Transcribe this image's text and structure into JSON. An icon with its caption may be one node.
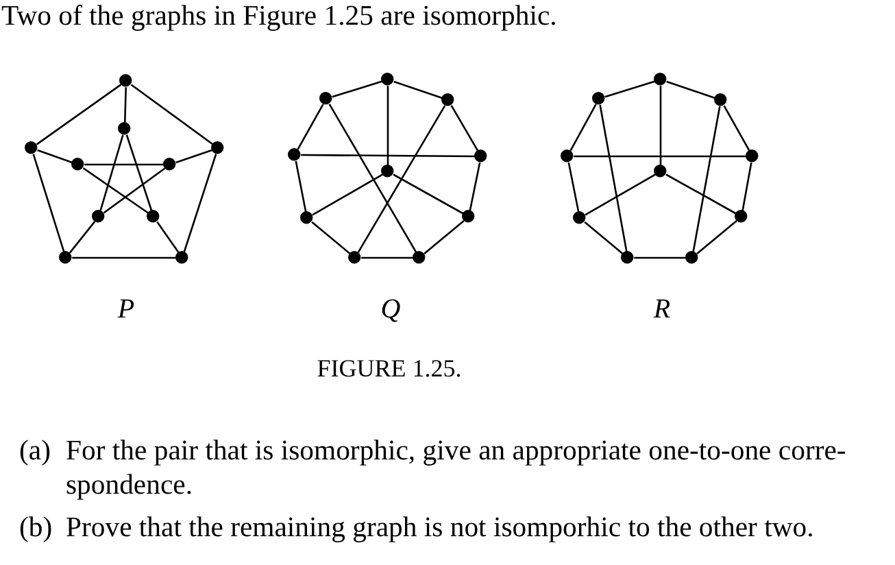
{
  "diagram": {
    "caption": "FIGURE 1.25.",
    "nodes": [
      {
        "text": [],
        "shape": "circle"
      },
      {
        "text": [],
        "shape": "circle"
      },
      {
        "text": [],
        "shape": "circle"
      },
      {
        "text": [],
        "shape": "circle"
      },
      {
        "text": [],
        "shape": "circle"
      },
      {
        "text": [],
        "shape": "circle"
      },
      {
        "text": [],
        "shape": "circle"
      },
      {
        "text": [],
        "shape": "circle"
      },
      {
        "text": [],
        "shape": "circle"
      },
      {
        "text": [],
        "shape": "circle"
      },
      {
        "text": [],
        "shape": "circle"
      },
      {
        "text": [],
        "shape": "circle"
      },
      {
        "text": [],
        "shape": "circle"
      },
      {
        "text": [],
        "shape": "circle"
      },
      {
        "text": [],
        "shape": "circle"
      },
      {
        "text": [],
        "shape": "circle"
      },
      {
        "text": [],
        "shape": "circle"
      },
      {
        "text": [],
        "shape": "circle"
      },
      {
        "text": [],
        "shape": "circle"
      },
      {
        "text": [],
        "shape": "circle"
      },
      {
        "text": [],
        "shape": "circle"
      },
      {
        "text": [],
        "shape": "circle"
      },
      {
        "text": [],
        "shape": "circle"
      },
      {
        "text": [],
        "shape": "circle"
      },
      {
        "text": [],
        "shape": "circle"
      },
      {
        "text": [],
        "shape": "circle"
      },
      {
        "text": [],
        "shape": "circle"
      },
      {
        "text": [],
        "shape": "circle"
      },
      {
        "text": [],
        "shape": "circle"
      },
      {
        "text": [],
        "shape": "circle"
      }
    ],
    "edges": [
      {
        "from": 0,
        "to": 2,
        "arrow": "none"
      },
      {
        "from": 0,
        "to": 3,
        "arrow": "none"
      },
      {
        "from": 2,
        "to": 8,
        "arrow": "none"
      },
      {
        "from": 3,
        "to": 9,
        "arrow": "none"
      },
      {
        "from": 8,
        "to": 9,
        "arrow": "none"
      },
      {
        "from": 0,
        "to": 1,
        "arrow": "none"
      },
      {
        "from": 2,
        "to": 4,
        "arrow": "none"
      },
      {
        "from": 3,
        "to": 5,
        "arrow": "none"
      },
      {
        "from": 8,
        "to": 6,
        "arrow": "none"
      },
      {
        "from": 9,
        "to": 7,
        "arrow": "none"
      },
      {
        "from": 4,
        "to": 5,
        "arrow": "none"
      },
      {
        "from": 4,
        "to": 7,
        "arrow": "none"
      },
      {
        "from": 5,
        "to": 6,
        "arrow": "none"
      },
      {
        "from": 1,
        "to": 6,
        "arrow": "none"
      },
      {
        "from": 1,
        "to": 7,
        "arrow": "none"
      },
      {
        "from": 10,
        "to": 11,
        "arrow": "none"
      },
      {
        "from": 10,
        "to": 12,
        "arrow": "none"
      },
      {
        "from": 11,
        "to": 13,
        "arrow": "none"
      },
      {
        "from": 12,
        "to": 14,
        "arrow": "none"
      },
      {
        "from": 13,
        "to": 16,
        "arrow": "none"
      },
      {
        "from": 14,
        "to": 17,
        "arrow": "none"
      },
      {
        "from": 16,
        "to": 18,
        "arrow": "none"
      },
      {
        "from": 17,
        "to": 19,
        "arrow": "none"
      },
      {
        "from": 18,
        "to": 19,
        "arrow": "none"
      },
      {
        "from": 10,
        "to": 15,
        "arrow": "none"
      },
      {
        "from": 13,
        "to": 14,
        "arrow": "none"
      },
      {
        "from": 15,
        "to": 16,
        "arrow": "none"
      },
      {
        "from": 15,
        "to": 17,
        "arrow": "none"
      },
      {
        "from": 11,
        "to": 19,
        "arrow": "none"
      },
      {
        "from": 12,
        "to": 18,
        "arrow": "none"
      },
      {
        "from": 20,
        "to": 21,
        "arrow": "none"
      },
      {
        "from": 20,
        "to": 22,
        "arrow": "none"
      },
      {
        "from": 21,
        "to": 23,
        "arrow": "none"
      },
      {
        "from": 22,
        "to": 24,
        "arrow": "none"
      },
      {
        "from": 23,
        "to": 26,
        "arrow": "none"
      },
      {
        "from": 24,
        "to": 27,
        "arrow": "none"
      },
      {
        "from": 26,
        "to": 28,
        "arrow": "none"
      },
      {
        "from": 27,
        "to": 29,
        "arrow": "none"
      },
      {
        "from": 28,
        "to": 29,
        "arrow": "none"
      },
      {
        "from": 20,
        "to": 25,
        "arrow": "none"
      },
      {
        "from": 23,
        "to": 24,
        "arrow": "none"
      },
      {
        "from": 25,
        "to": 26,
        "arrow": "none"
      },
      {
        "from": 25,
        "to": 27,
        "arrow": "none"
      },
      {
        "from": 21,
        "to": 28,
        "arrow": "none"
      },
      {
        "from": 22,
        "to": 29,
        "arrow": "none"
      }
    ],
    "labels": [
      "Two of the graphs in Figure 1.25 are isomorphic.",
      "P",
      "Q",
      "R",
      "(a)",
      "For the pair that is isomorphic, give an appropriate one-to-one corre- spondence.",
      "(b)",
      "Prove that the remaining graph is not isomporhic to the other two."
    ]
  }
}
